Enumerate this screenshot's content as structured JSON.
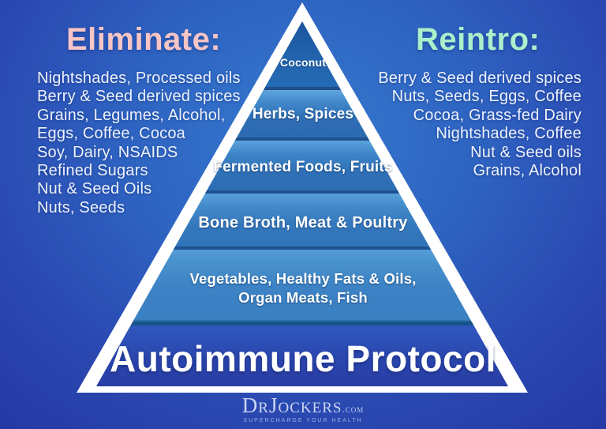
{
  "colors": {
    "background_center": "#3579ce",
    "background_corner": "#2434a2",
    "eliminate_heading": "#f6c5c5",
    "reintro_heading": "#abefcb",
    "list_text": "#eef2fc",
    "pyramid_outline": "#ffffff",
    "band_coconut": "#2264ae",
    "band_herbs": "#2e6db4",
    "band_fermented": "#2f70b7",
    "band_bone_broth": "#3477bc",
    "band_vegetables": "#3c82c4",
    "band_base": "#2b46ae"
  },
  "eliminate": {
    "heading": "Eliminate:",
    "items": [
      "Nightshades, Processed oils",
      "Berry & Seed derived spices",
      "Grains, Legumes, Alcohol,",
      "Eggs, Coffee, Cocoa",
      "Soy, Dairy, NSAIDS",
      "Refined Sugars",
      "Nut & Seed Oils",
      "Nuts, Seeds"
    ]
  },
  "reintro": {
    "heading": "Reintro:",
    "items": [
      "Berry & Seed derived spices",
      "Nuts, Seeds, Eggs, Coffee",
      "Cocoa, Grass-fed Dairy",
      "Nightshades, Coffee",
      "Nut & Seed oils",
      "Grains, Alcohol"
    ]
  },
  "pyramid": {
    "levels": [
      {
        "label": "Coconut"
      },
      {
        "label": "Herbs, Spices"
      },
      {
        "label": "Fermented Foods, Fruits"
      },
      {
        "label": "Bone Broth, Meat & Poultry"
      },
      {
        "label_line1": "Vegetables, Healthy Fats & Oils,",
        "label_line2": "Organ Meats, Fish"
      }
    ],
    "title": "Autoimmune Protocol"
  },
  "footer": {
    "logo_main": "DrJockers",
    "logo_suffix": ".com",
    "tagline": "SUPERCHARGE YOUR HEALTH"
  }
}
